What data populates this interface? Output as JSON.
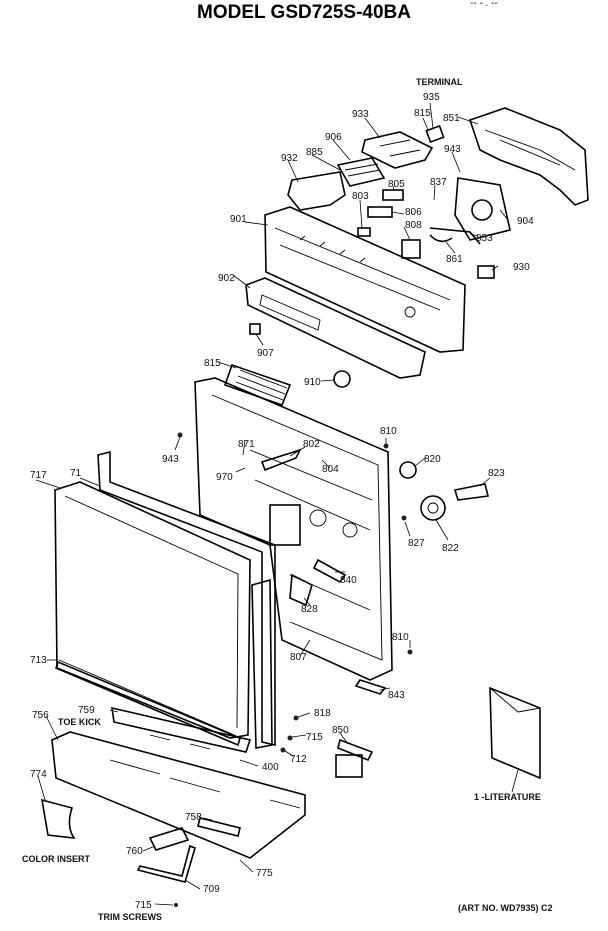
{
  "title": "MODEL GSD725S-40BA",
  "header_fragment": "-- - . --",
  "captions": {
    "terminal": "TERMINAL",
    "toe_kick": "TOE KICK",
    "literature": "1 -LITERATURE",
    "color_insert": "COLOR INSERT",
    "trim_screws": "TRIM SCREWS",
    "art_no": "(ART NO. WD7935) C2"
  },
  "part_numbers": {
    "p935": "935",
    "p815a": "815",
    "p851": "851",
    "p933": "933",
    "p906a": "906",
    "p885": "885",
    "p932": "932",
    "p943a": "943",
    "p837": "837",
    "p805": "805",
    "p803": "803",
    "p806": "806",
    "p808": "808",
    "p904": "904",
    "p901": "901",
    "p853": "853",
    "p861": "861",
    "p930": "930",
    "p902": "902",
    "p907": "907",
    "p815b": "815",
    "p910": "910",
    "p943b": "943",
    "p871": "871",
    "p802": "802",
    "p810a": "810",
    "p820": "820",
    "p804": "804",
    "p823": "823",
    "p717": "717",
    "p71": "71",
    "p970": "970",
    "p827": "827",
    "p822": "822",
    "p840": "840",
    "p828": "828",
    "p713": "713",
    "p807": "807",
    "p810b": "810",
    "p843": "843",
    "p756": "756",
    "p759": "759",
    "p818": "818",
    "p850": "850",
    "p715a": "715",
    "p712": "712",
    "p400": "400",
    "p774": "774",
    "p758": "758",
    "p760": "760",
    "p775": "775",
    "p709": "709",
    "p715b": "715"
  }
}
